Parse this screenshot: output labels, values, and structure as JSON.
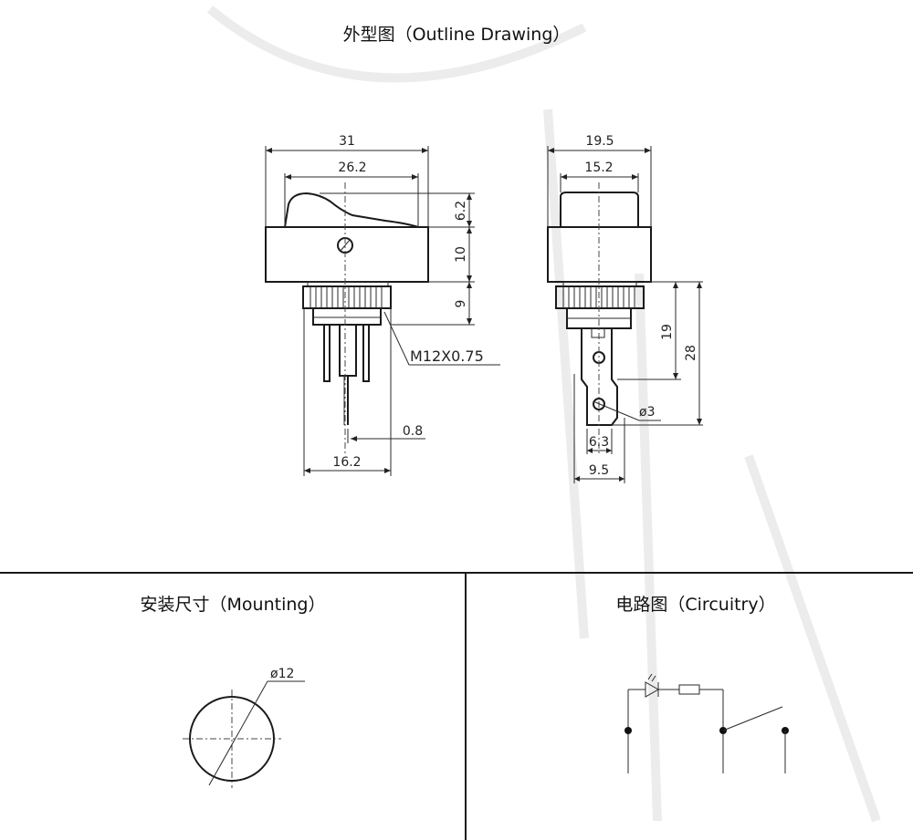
{
  "titles": {
    "outline": "外型图（Outline Drawing）",
    "mounting": "安装尺寸（Mounting）",
    "circuitry": "电路图（Circuitry）"
  },
  "front_view": {
    "overall_width": "31",
    "rocker_width": "26.2",
    "rocker_height": "6.2",
    "body_height": "10",
    "nut_height": "9",
    "thread": "M12X0.75",
    "pin_thickness": "0.8",
    "base_width": "16.2"
  },
  "side_view": {
    "overall_width": "19.5",
    "rocker_width": "15.2",
    "terminal_length": "19",
    "total_length": "28",
    "hole_diameter": "ø3",
    "terminal_width": "6.3",
    "base_width": "9.5"
  },
  "mounting": {
    "hole_diameter": "ø12"
  }
}
